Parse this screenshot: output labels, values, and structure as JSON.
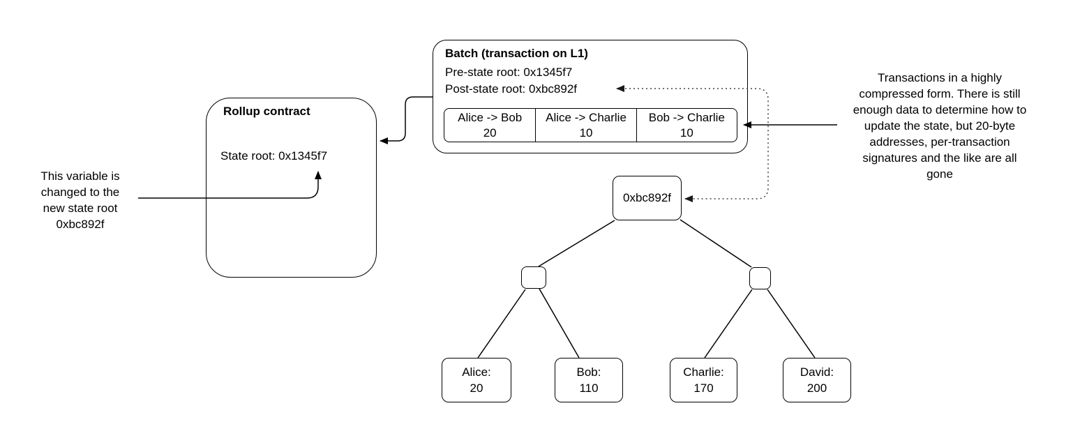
{
  "notes": {
    "left_note": "This variable is\nchanged to the\nnew state root\n0xbc892f",
    "right_note": "Transactions in a highly\ncompressed form. There is still\nenough data to determine how to\nupdate the state, but 20-byte\naddresses, per-transaction\nsignatures and the like are all\ngone"
  },
  "rollup_contract": {
    "title": "Rollup contract",
    "state_root": "State root: 0x1345f7"
  },
  "batch": {
    "title": "Batch (transaction on L1)",
    "pre_state_root": "Pre-state root: 0x1345f7",
    "post_state_root": "Post-state root: 0xbc892f",
    "transactions": [
      {
        "label": "Alice -> Bob",
        "amount": "20"
      },
      {
        "label": "Alice -> Charlie",
        "amount": "10"
      },
      {
        "label": "Bob -> Charlie",
        "amount": "10"
      }
    ]
  },
  "merkle_tree": {
    "root_hash": "0xbc892f",
    "leaves": [
      {
        "name": "Alice:",
        "value": "20"
      },
      {
        "name": "Bob:",
        "value": "110"
      },
      {
        "name": "Charlie:",
        "value": "170"
      },
      {
        "name": "David:",
        "value": "200"
      }
    ]
  },
  "colors": {
    "stroke": "#000000",
    "dotted": "#404040",
    "background": "#ffffff",
    "text": "#000000"
  }
}
